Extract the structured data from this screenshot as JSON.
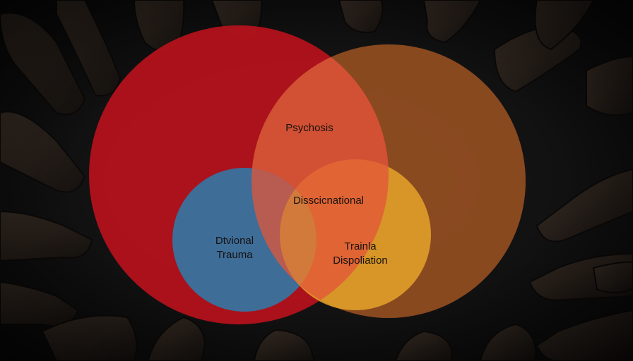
{
  "diagram": {
    "type": "venn",
    "background": "dark hands reaching inward",
    "circles": [
      {
        "name": "red",
        "color": "#b3121b"
      },
      {
        "name": "orange-brown",
        "color": "#a45622"
      },
      {
        "name": "blue",
        "color": "#2f7aa8"
      },
      {
        "name": "yellow",
        "color": "#e1a12a"
      }
    ],
    "labels": {
      "psychosis": "Psychosis",
      "dissociational": "Disscicnational",
      "trauma_left_line1": "Dtvional",
      "trauma_left_line2": "Trauma",
      "trauma_right_line1": "Trainla",
      "trauma_right_line2": "Dispoliation"
    }
  }
}
